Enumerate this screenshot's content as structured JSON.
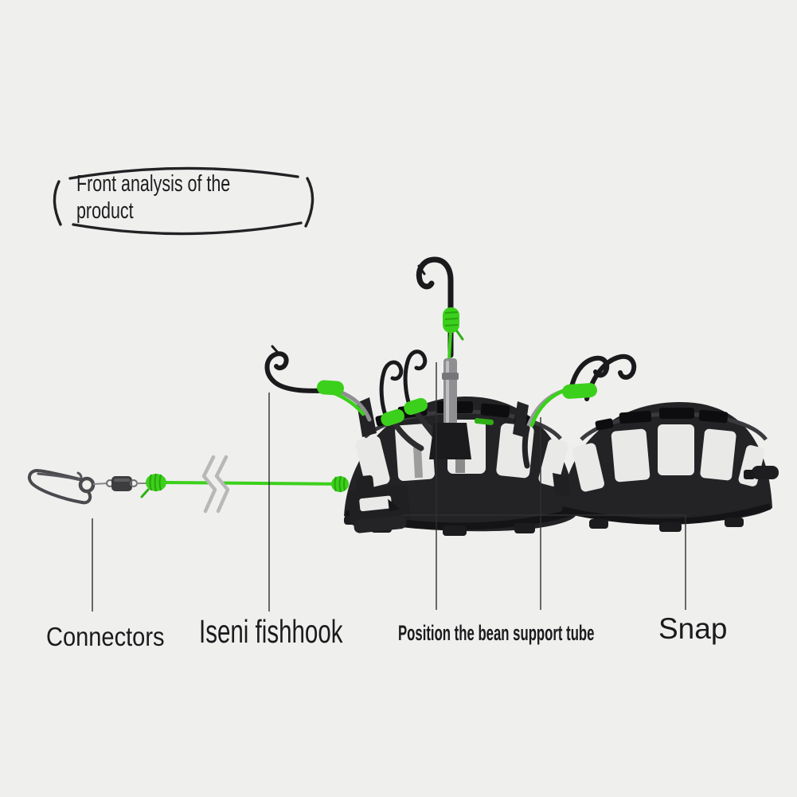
{
  "title": {
    "line1": "Front analysis of the",
    "line2": "product"
  },
  "labels": {
    "connectors": {
      "text": "Connectors"
    },
    "fishhook": {
      "text": "Iseni fishhook"
    },
    "support_tube": {
      "text": "Position the bean support tube"
    },
    "snap": {
      "text": "Snap"
    }
  },
  "colors": {
    "background": "#efefee",
    "accent_green": "#3bd01b",
    "accent_green_dark": "#2aa30d",
    "cage_black": "#232326",
    "rim_black": "#141416",
    "metal_gray": "#8f8f92",
    "wire_gray": "#4a4a4e",
    "break_mark_gray": "#b8b8b8",
    "leader_line": "#2f2f2f",
    "text": "#1b1b1d"
  }
}
